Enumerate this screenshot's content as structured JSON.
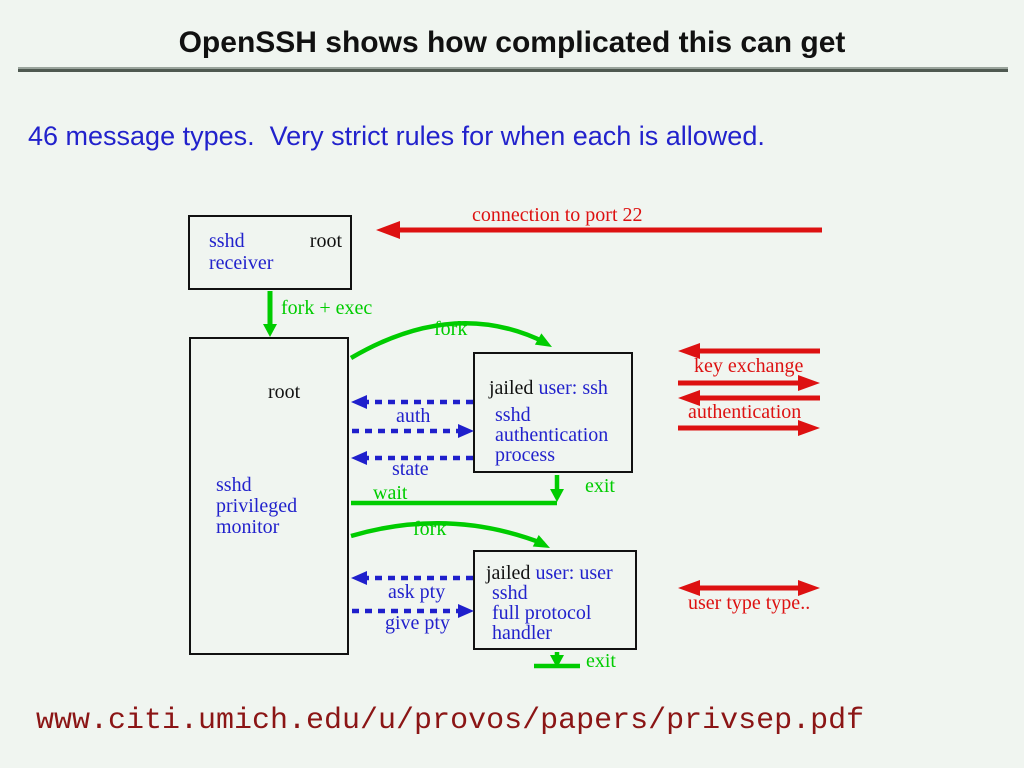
{
  "page": {
    "title": "OpenSSH shows how complicated this can get",
    "subtitle": "46 message types.  Very strict rules for when each is allowed.",
    "footer_url": "www.citi.umich.edu/u/provos/papers/privsep.pdf"
  },
  "colors": {
    "background": "#f0f5f0",
    "blue": "#2222cc",
    "green": "#00cc00",
    "red": "#dd1111",
    "url_dark_red": "#8b1515",
    "box_border": "#111111"
  },
  "diagram": {
    "boxes": {
      "receiver": {
        "proc": "sshd",
        "privilege": "root",
        "role": "receiver"
      },
      "monitor": {
        "privilege": "root",
        "lines": [
          "sshd",
          "privileged",
          "monitor"
        ]
      },
      "jailed_auth": {
        "jail": "jailed",
        "user": "user: ssh",
        "lines": [
          "sshd",
          "authentication",
          "process"
        ]
      },
      "jailed_user": {
        "jail": "jailed",
        "user": "user: user",
        "lines": [
          "sshd",
          "full protocol",
          "handler"
        ]
      }
    },
    "labels": {
      "connection": "connection to port 22",
      "fork_exec": "fork + exec",
      "fork1": "fork",
      "fork2": "fork",
      "auth": "auth",
      "state": "state",
      "wait": "wait",
      "exit1": "exit",
      "exit2": "exit",
      "ask_pty": "ask pty",
      "give_pty": "give pty",
      "key_exchange": "key exchange",
      "authentication": "authentication",
      "user_type": "user type type.."
    }
  }
}
